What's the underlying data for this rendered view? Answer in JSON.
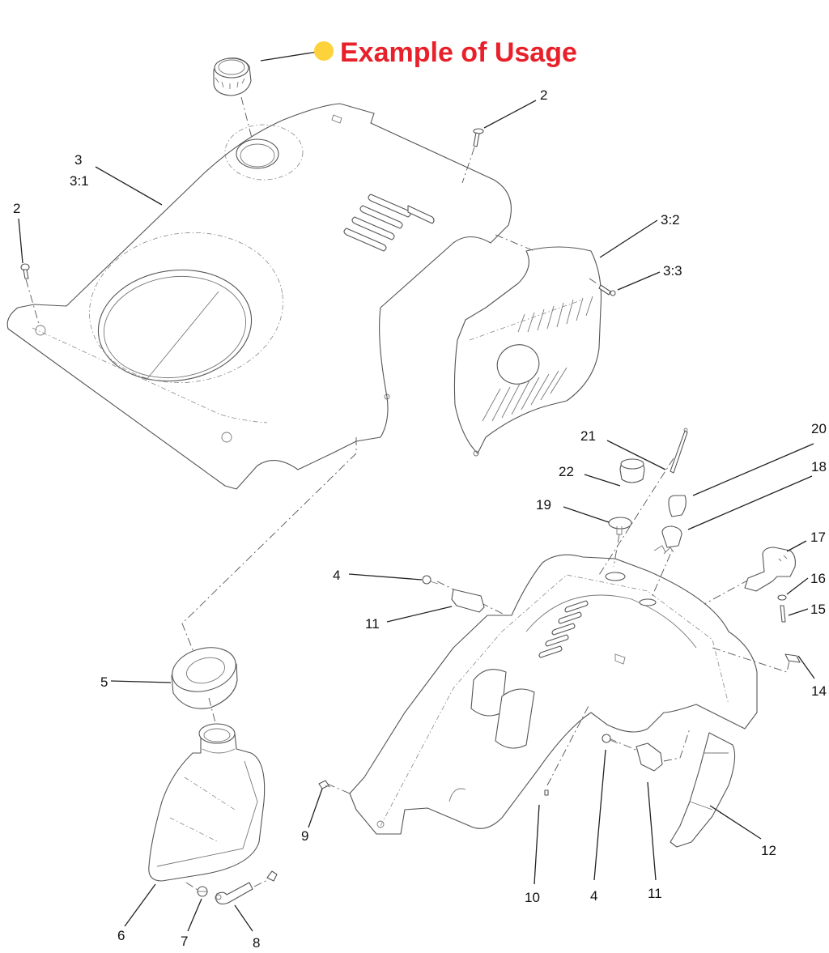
{
  "annotation": {
    "label": "Example of Usage",
    "text_color": "#e8202a",
    "marker_color": "#fdd23a",
    "points_to_part": "fuel-cap"
  },
  "callouts": [
    {
      "id": "c-2a",
      "label": "2"
    },
    {
      "id": "c-3",
      "label": "3"
    },
    {
      "id": "c-31",
      "label": "3:1"
    },
    {
      "id": "c-2b",
      "label": "2"
    },
    {
      "id": "c-32",
      "label": "3:2"
    },
    {
      "id": "c-33",
      "label": "3:3"
    },
    {
      "id": "c-21",
      "label": "21"
    },
    {
      "id": "c-20",
      "label": "20"
    },
    {
      "id": "c-22",
      "label": "22"
    },
    {
      "id": "c-18",
      "label": "18"
    },
    {
      "id": "c-19",
      "label": "19"
    },
    {
      "id": "c-17",
      "label": "17"
    },
    {
      "id": "c-4a",
      "label": "4"
    },
    {
      "id": "c-16",
      "label": "16"
    },
    {
      "id": "c-11a",
      "label": "11"
    },
    {
      "id": "c-15",
      "label": "15"
    },
    {
      "id": "c-14",
      "label": "14"
    },
    {
      "id": "c-5",
      "label": "5"
    },
    {
      "id": "c-9",
      "label": "9"
    },
    {
      "id": "c-12",
      "label": "12"
    },
    {
      "id": "c-6",
      "label": "6"
    },
    {
      "id": "c-7",
      "label": "7"
    },
    {
      "id": "c-8",
      "label": "8"
    },
    {
      "id": "c-10",
      "label": "10"
    },
    {
      "id": "c-4b",
      "label": "4"
    },
    {
      "id": "c-11b",
      "label": "11"
    }
  ]
}
